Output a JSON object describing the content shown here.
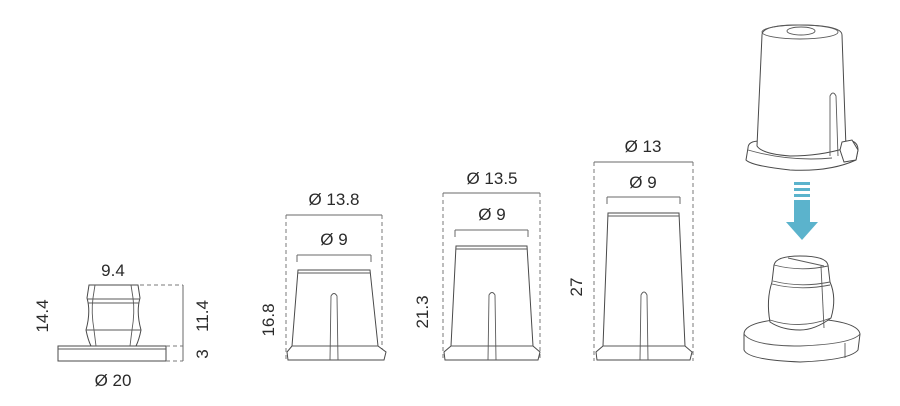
{
  "diagram": {
    "type": "technical-dimension-drawing",
    "units_implied": "mm",
    "parts": [
      {
        "id": "base-adapter",
        "labels": {
          "top_width": "9.4",
          "total_height": "14.4",
          "upper_height": "11.4",
          "flange_height": "3",
          "flange_diameter": "Ø 20"
        }
      },
      {
        "id": "cap-small",
        "labels": {
          "outer_diameter": "Ø 13.8",
          "inner_diameter": "Ø 9",
          "height": "16.8"
        }
      },
      {
        "id": "cap-medium",
        "labels": {
          "outer_diameter": "Ø 13.5",
          "inner_diameter": "Ø 9",
          "height": "21.3"
        }
      },
      {
        "id": "cap-large",
        "labels": {
          "outer_diameter": "Ø 13",
          "inner_diameter": "Ø 9",
          "height": "27"
        }
      },
      {
        "id": "assembly-illustration",
        "description": "Cap placed onto adapter, indicated by downward arrow"
      }
    ],
    "colors": {
      "line": "#4a4a4a",
      "dimension_line": "#7a7a7a",
      "arrow": "#5bb3cc",
      "background": "#ffffff"
    }
  }
}
